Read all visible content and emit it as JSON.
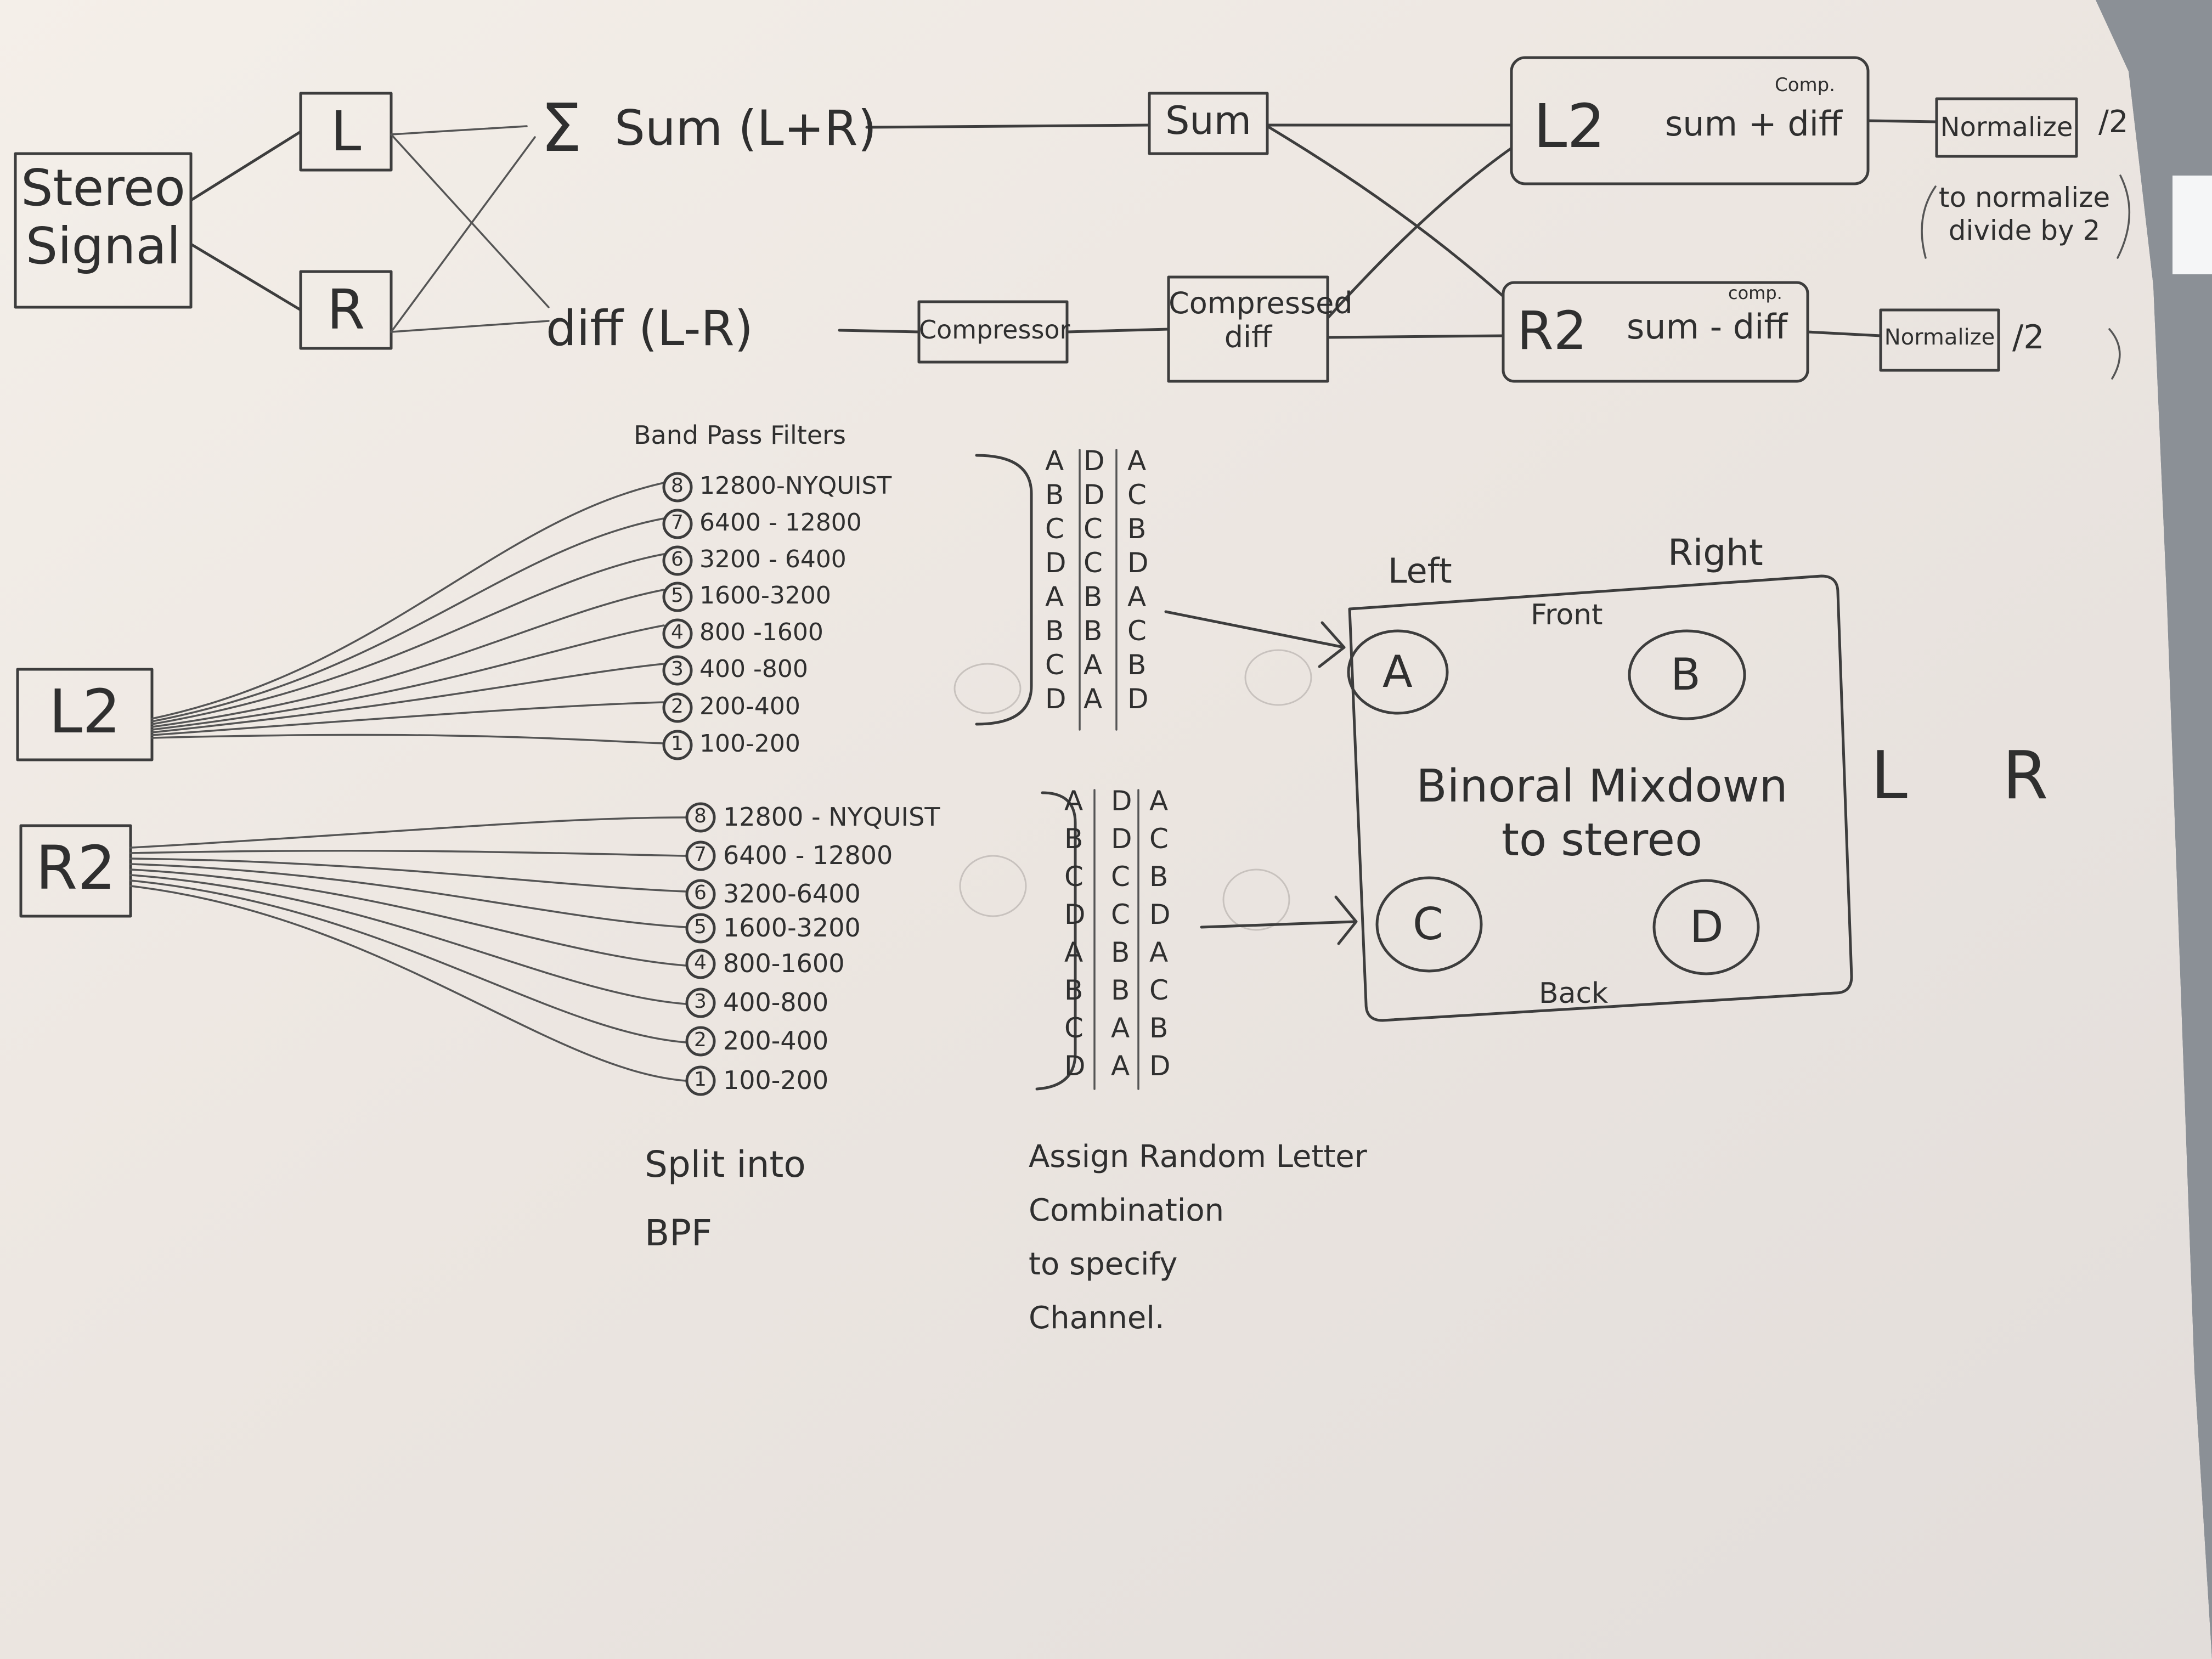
{
  "input": {
    "line1": "Stereo",
    "line2": "Signal"
  },
  "channels": {
    "left": "L",
    "right": "R"
  },
  "sum_branch": {
    "symbol": "Σ",
    "label": "Sum (L+R)",
    "box": "Sum"
  },
  "diff_branch": {
    "label": "diff (L-R)",
    "compressor": "Compressor",
    "compressed_line1": "Compressed",
    "compressed_line2": "diff"
  },
  "l2_box": {
    "name": "L2",
    "formula": "sum + diff",
    "note": "Comp."
  },
  "r2_box": {
    "name": "R2",
    "formula": "sum - diff",
    "note": "comp."
  },
  "normalize_top": {
    "label": "Normalize",
    "factor": "/2"
  },
  "normalize_bottom": {
    "label": "Normalize",
    "factor": "/2"
  },
  "normalize_note": {
    "line1": "to normalize",
    "line2": "divide by 2"
  },
  "bpf_title": "Band Pass Filters",
  "l2_source": "L2",
  "r2_source": "R2",
  "l2_bands": [
    {
      "num": "8",
      "range": "12800-NYQUIST"
    },
    {
      "num": "7",
      "range": "6400 - 12800"
    },
    {
      "num": "6",
      "range": "3200 - 6400"
    },
    {
      "num": "5",
      "range": "1600-3200"
    },
    {
      "num": "4",
      "range": "800 -1600"
    },
    {
      "num": "3",
      "range": "400 -800"
    },
    {
      "num": "2",
      "range": "200-400"
    },
    {
      "num": "1",
      "range": "100-200"
    }
  ],
  "r2_bands": [
    {
      "num": "8",
      "range": "12800 - NYQUIST"
    },
    {
      "num": "7",
      "range": "6400 - 12800"
    },
    {
      "num": "6",
      "range": "3200-6400"
    },
    {
      "num": "5",
      "range": "1600-3200"
    },
    {
      "num": "4",
      "range": "800-1600"
    },
    {
      "num": "3",
      "range": "400-800"
    },
    {
      "num": "2",
      "range": "200-400"
    },
    {
      "num": "1",
      "range": "100-200"
    }
  ],
  "letter_columns": [
    [
      "A",
      "B",
      "C",
      "D",
      "A",
      "B",
      "C",
      "D"
    ],
    [
      "D",
      "D",
      "C",
      "C",
      "B",
      "B",
      "A",
      "A"
    ],
    [
      "A",
      "C",
      "B",
      "D",
      "A",
      "C",
      "B",
      "D"
    ]
  ],
  "mixdown": {
    "left": "Left",
    "right": "Right",
    "front": "Front",
    "back": "Back",
    "title_line1": "Binoral Mixdown",
    "title_line2": "to stereo",
    "speaker_a": "A",
    "speaker_b": "B",
    "speaker_c": "C",
    "speaker_d": "D"
  },
  "output_l": "L",
  "output_r": "R",
  "caption_split": {
    "line1": "Split into",
    "line2": "BPF"
  },
  "caption_assign": {
    "line1": "Assign Random Letter",
    "line2": "Combination",
    "line3": "to specify",
    "line4": "Channel."
  }
}
